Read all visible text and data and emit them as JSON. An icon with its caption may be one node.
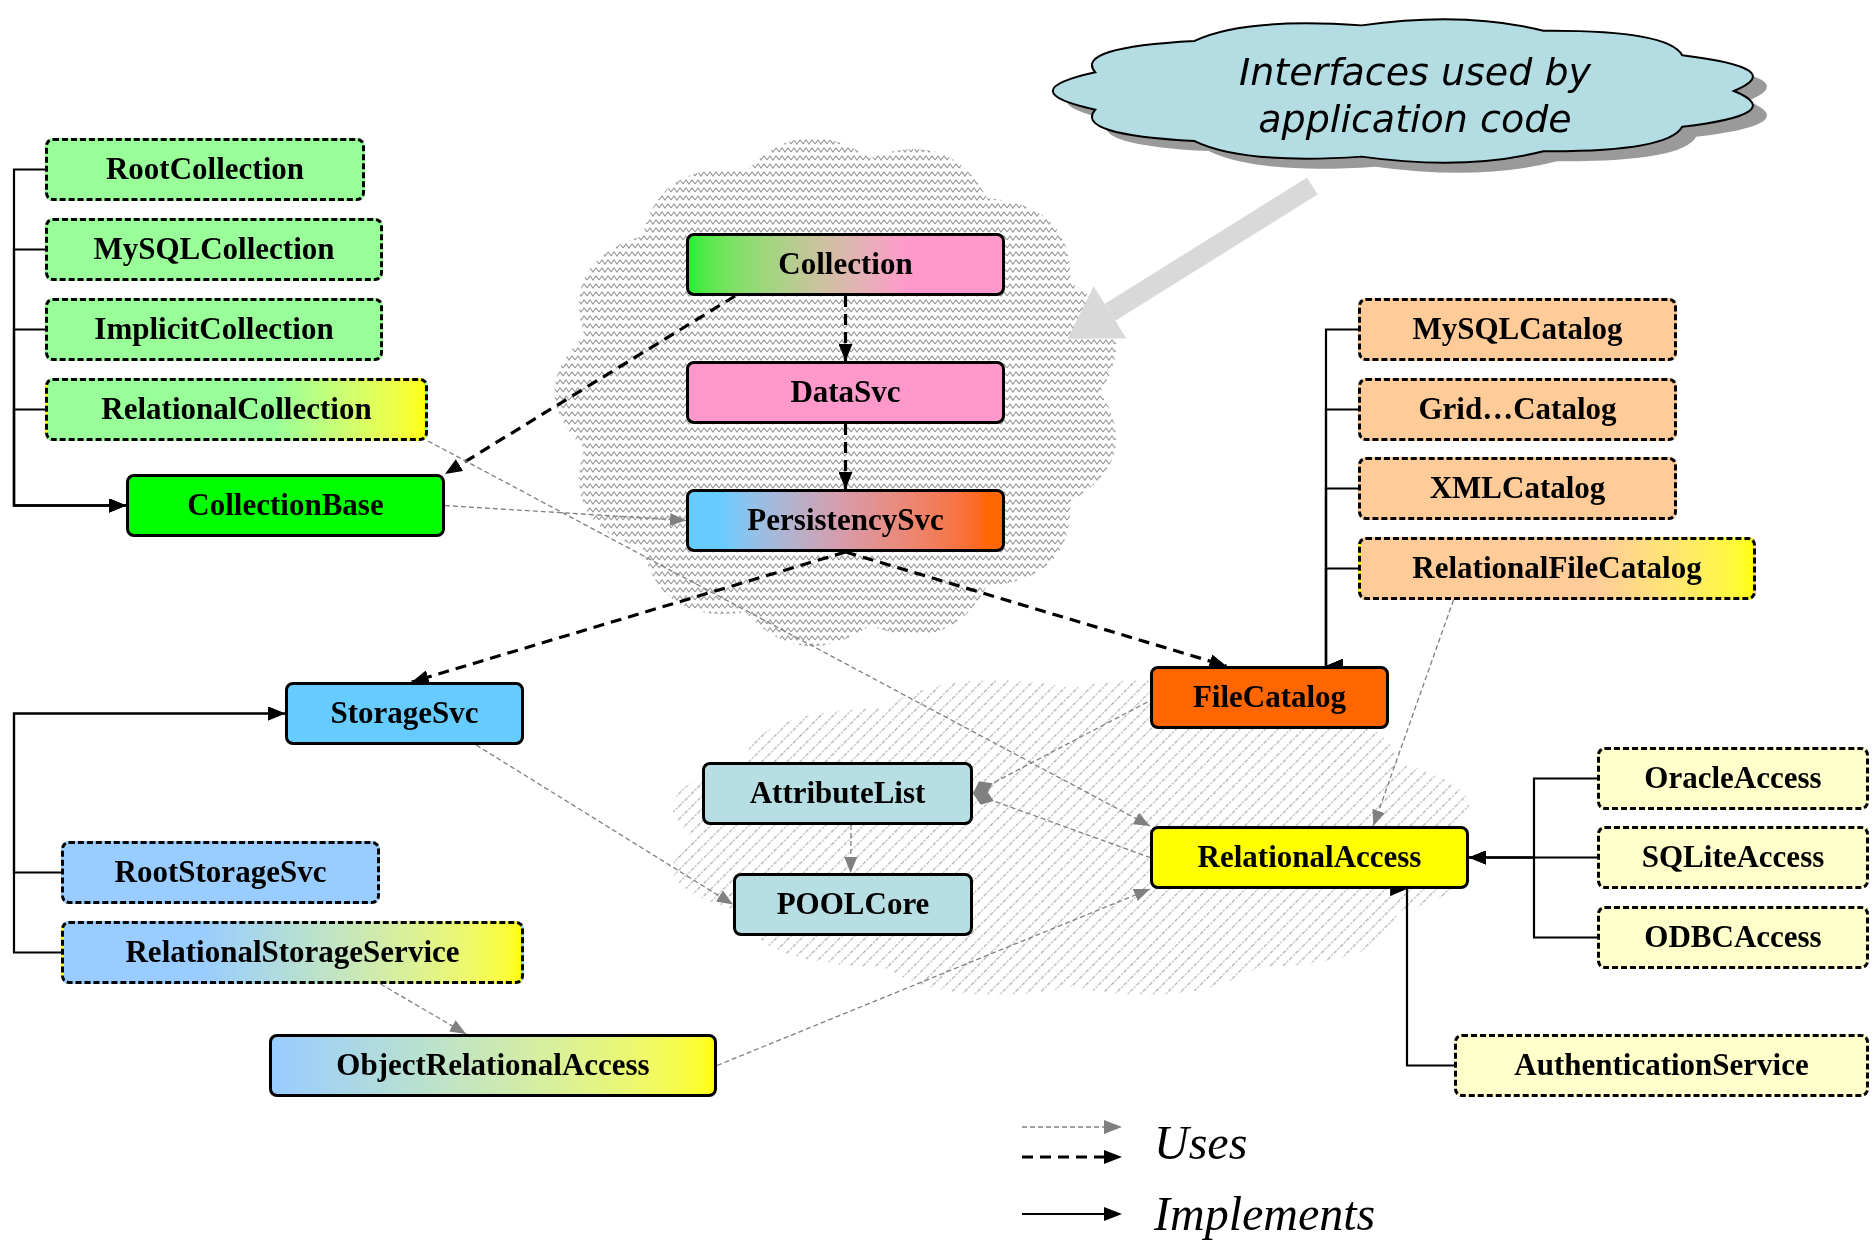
{
  "diagram": {
    "nodes": [
      {
        "text": [
          "Interfaces used by application code"
        ]
      },
      {
        "text": [],
        "shape": "cloud"
      },
      {
        "text": [
          "RootCollection"
        ]
      },
      {
        "text": [
          "MySQLCollection"
        ]
      },
      {
        "text": [
          "ImplicitCollection"
        ]
      },
      {
        "text": [
          "RelationalCollection"
        ]
      },
      {
        "text": [
          "CollectionBase"
        ]
      },
      {
        "text": [
          "Collection"
        ],
        "in": 1
      },
      {
        "text": [
          "DataSvc"
        ],
        "in": 1
      },
      {
        "text": [
          "PersistencySvc"
        ],
        "in": 1
      },
      {
        "text": [
          "MySQLCatalog"
        ]
      },
      {
        "text": [
          "Grid…Catalog"
        ]
      },
      {
        "text": [
          "XMLCatalog"
        ]
      },
      {
        "text": [
          "RelationalFileCatalog"
        ]
      },
      {
        "text": [
          "StorageSvc"
        ]
      },
      {
        "text": [
          "FileCatalog"
        ]
      },
      {
        "text": [
          "AttributeList"
        ]
      },
      {
        "text": [
          "OracleAccess"
        ]
      },
      {
        "text": [
          "RelationalAccess"
        ]
      },
      {
        "text": [
          "SQLiteAccess"
        ]
      },
      {
        "text": [
          "ODBCAccess"
        ]
      },
      {
        "text": [
          "RootStorageSvc"
        ]
      },
      {
        "text": [
          "POOLCore"
        ]
      },
      {
        "text": [
          "RelationalStorageService"
        ]
      },
      {
        "text": [
          "ObjectRelationalAccess"
        ]
      },
      {
        "text": [
          "AuthenticationService"
        ]
      }
    ],
    "edges": [
      {
        "from": 0,
        "to": 1,
        "arrow": "to",
        "style": "thick",
        "color": "#d9d9d9"
      },
      {
        "from": 2,
        "to": 6,
        "arrow": "to"
      },
      {
        "from": 3,
        "to": 6,
        "arrow": "to"
      },
      {
        "from": 4,
        "to": 6,
        "arrow": "to"
      },
      {
        "from": 5,
        "to": 6,
        "arrow": "to"
      },
      {
        "from": 10,
        "to": 15,
        "arrow": "to"
      },
      {
        "from": 11,
        "to": 15,
        "arrow": "to"
      },
      {
        "from": 12,
        "to": 15,
        "arrow": "to"
      },
      {
        "from": 13,
        "to": 15,
        "arrow": "to"
      },
      {
        "from": 21,
        "to": 14,
        "arrow": "to"
      },
      {
        "from": 23,
        "to": 14,
        "arrow": "to"
      },
      {
        "from": 17,
        "to": 18,
        "arrow": "to"
      },
      {
        "from": 19,
        "to": 18,
        "arrow": "to"
      },
      {
        "from": 20,
        "to": 18,
        "arrow": "to"
      },
      {
        "from": 25,
        "to": 18,
        "arrow": "to"
      },
      {
        "from": 7,
        "to": 8,
        "arrow": "to",
        "style": "dashed"
      },
      {
        "from": 8,
        "to": 9,
        "arrow": "to",
        "style": "dashed"
      },
      {
        "from": 7,
        "to": 6,
        "arrow": "to",
        "style": "dashed"
      },
      {
        "from": 9,
        "to": 14,
        "arrow": "to",
        "style": "dashed"
      },
      {
        "from": 9,
        "to": 15,
        "arrow": "to",
        "style": "dashed"
      },
      {
        "from": 5,
        "to": 18,
        "arrow": "to",
        "style": "dashed",
        "color": "#808080"
      },
      {
        "from": 6,
        "to": 9,
        "arrow": "to",
        "style": "dashed",
        "color": "#808080"
      },
      {
        "from": 16,
        "to": 15,
        "arrow": "other",
        "style": "dashed",
        "color": "#808080"
      },
      {
        "from": 16,
        "to": 18,
        "arrow": "other",
        "style": "dashed",
        "color": "#808080"
      },
      {
        "from": 14,
        "to": 22,
        "arrow": "to",
        "style": "dashed",
        "color": "#808080"
      },
      {
        "from": 16,
        "to": 22,
        "arrow": "to",
        "style": "dashed",
        "color": "#808080"
      },
      {
        "from": 23,
        "to": 24,
        "arrow": "to",
        "style": "dashed",
        "color": "#808080"
      },
      {
        "from": 24,
        "to": 18,
        "arrow": "to",
        "style": "dashed",
        "color": "#808080"
      },
      {
        "from": 13,
        "to": 18,
        "arrow": "to",
        "style": "dashed",
        "color": "#808080"
      }
    ],
    "legend": [
      {
        "text": "Uses"
      },
      {
        "text": "Implements"
      }
    ]
  }
}
